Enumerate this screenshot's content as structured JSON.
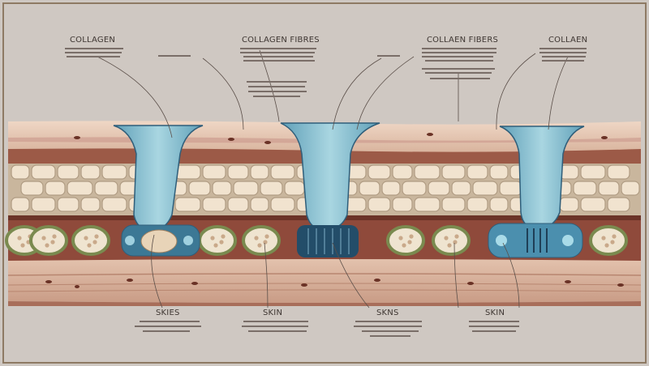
{
  "labels": {
    "top": [
      "COLLAGEN",
      "COLLAGEN FIBRES",
      "COLLAEN FIBERS",
      "COLLAEN"
    ],
    "bottom": [
      "SKIES",
      "SKIN",
      "SKNS",
      "SKIN"
    ]
  },
  "colors": {
    "background": "#cfc8c2",
    "frame": "#8e7a64",
    "skin_top": "#e6c9b4",
    "skin_band": "#9c5a47",
    "fat_bg": "#c9b69d",
    "fat_cell": "#f1e3cf",
    "fat_cell_edge": "#b09c83",
    "dermis": "#8f4a3b",
    "lower_band": "#d6b29c",
    "collagen_blue": "#7fb9cc",
    "collagen_dark": "#2f5e7a",
    "nodule_green": "#7a8a4f",
    "nodule_inner": "#efe4d0",
    "text": "#3e3632"
  }
}
